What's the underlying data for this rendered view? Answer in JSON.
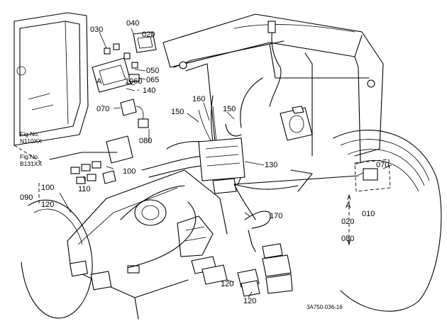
{
  "figure_code": "3A750-036-16",
  "fig_refs": {
    "top_label": "Fig.No.",
    "top_value": "N110XX",
    "bottom_label": "Fig.No.",
    "bottom_value": "B131XX"
  },
  "callouts": {
    "c030": "030",
    "c040": "040",
    "c020": "020",
    "c050": "050",
    "c065": "065",
    "c1060": "1060",
    "c140": "140",
    "cA_left": "A",
    "c070_left": "070",
    "c080_left": "080",
    "c160": "160",
    "c150_a": "150",
    "c150_b": "150",
    "c130": "130",
    "c100": "100",
    "c110": "110",
    "c090": "090",
    "c100_range": "100",
    "c120_range": "120",
    "c170": "170",
    "c120_bottom_a": "120",
    "c120_bottom_b": "120",
    "c070_right": "070",
    "cA_right": "A",
    "c010": "010",
    "c020_right": "020",
    "c080_right": "080",
    "c1060_range_sep": "-",
    "c140_dash": "-"
  }
}
